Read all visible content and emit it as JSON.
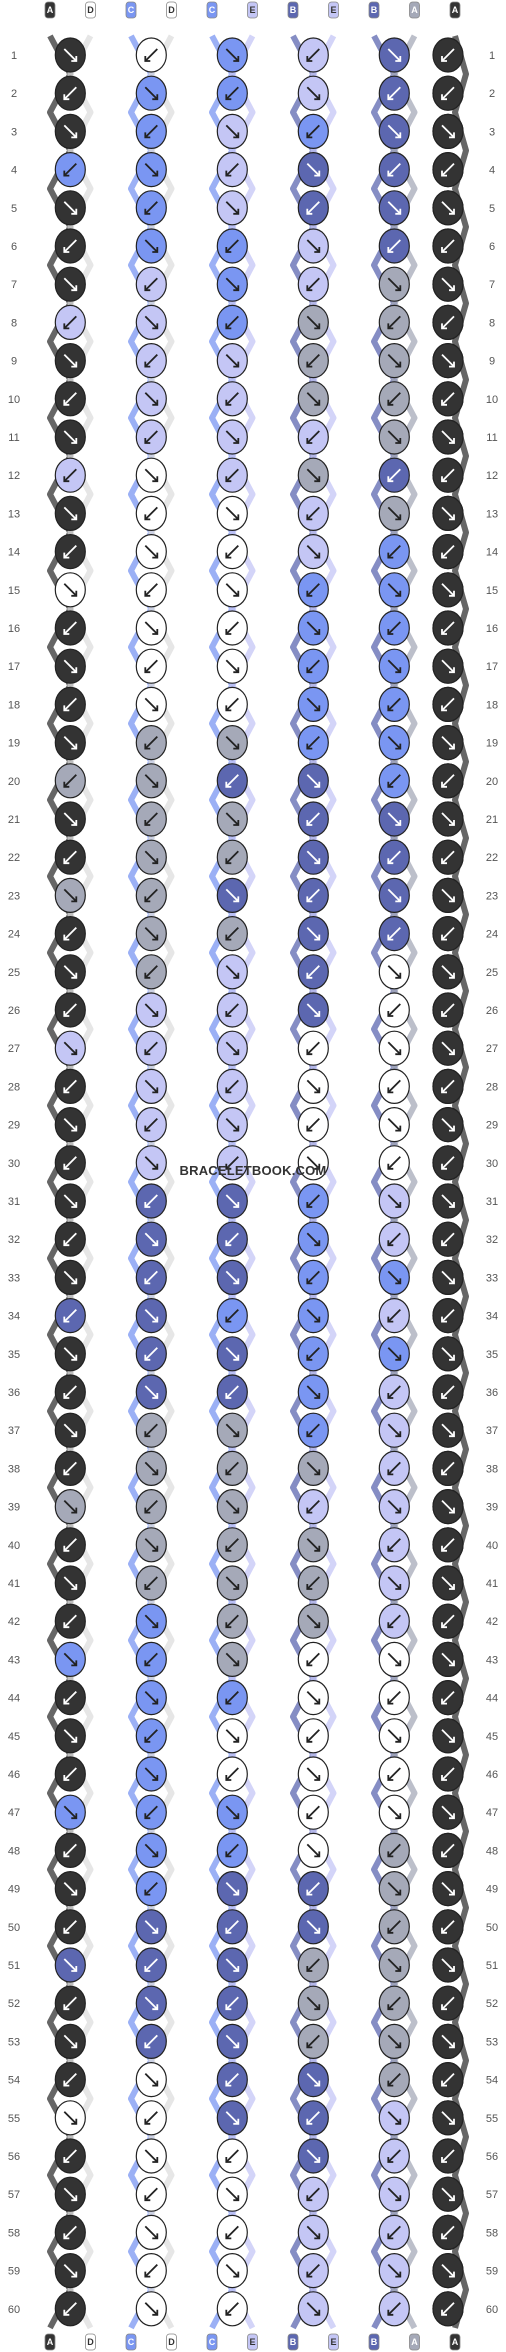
{
  "watermark": "BRACELETBOOK.COM",
  "strand_labels": [
    "A",
    "D",
    "C",
    "D",
    "C",
    "E",
    "B",
    "E",
    "B",
    "A",
    "A"
  ],
  "row_numbers": [
    "1",
    "2",
    "3",
    "4",
    "5",
    "6",
    "7",
    "8",
    "9",
    "10",
    "11",
    "12",
    "13",
    "14",
    "15",
    "16",
    "17",
    "18",
    "19",
    "20",
    "21",
    "22",
    "23",
    "24",
    "25",
    "26",
    "27",
    "28",
    "29",
    "30",
    "31",
    "32",
    "33",
    "34",
    "35",
    "36",
    "37",
    "38",
    "39",
    "40",
    "41",
    "42",
    "43",
    "44",
    "45",
    "46",
    "47",
    "48",
    "49",
    "50",
    "51",
    "52",
    "53",
    "54",
    "55",
    "56",
    "57",
    "58",
    "59",
    "60"
  ],
  "colors": {
    "A": "#333333",
    "B": "#5c67b0",
    "C": "#7a96f2",
    "D": "#ffffff",
    "E": "#c4c6f5",
    "F": "#a5a9b8"
  },
  "strand_colors": [
    "#333333",
    "#ffffff",
    "#7a96f2",
    "#ffffff",
    "#7a96f2",
    "#c4c6f5",
    "#5c67b0",
    "#c4c6f5",
    "#5c67b0",
    "#a5a9b8",
    "#333333"
  ],
  "knot_palette": [
    "#333333",
    "#7a96f2",
    "#5c67b0",
    "#c4c6f5",
    "#ffffff",
    "#a5a9b8"
  ],
  "knots": [
    [
      0,
      4,
      1,
      3,
      2,
      0
    ],
    [
      0,
      1,
      1,
      3,
      2,
      2,
      0
    ],
    [
      0,
      1,
      3,
      1,
      2,
      5,
      0
    ],
    [
      1,
      1,
      3,
      2,
      2,
      2,
      0
    ],
    [
      0,
      1,
      3,
      2,
      2,
      5,
      0
    ],
    [
      0,
      1,
      1,
      3,
      2,
      2,
      0
    ],
    [
      0,
      3,
      1,
      3,
      5,
      5,
      0
    ],
    [
      3,
      3,
      1,
      5,
      5,
      2,
      0
    ],
    [
      0,
      3,
      3,
      5,
      5,
      2,
      0
    ],
    [
      0,
      3,
      3,
      5,
      5,
      2,
      0
    ],
    [
      0,
      3,
      3,
      3,
      5,
      2,
      0
    ],
    [
      3,
      4,
      3,
      5,
      2,
      0,
      0
    ],
    [
      0,
      4,
      4,
      3,
      5,
      1,
      0
    ],
    [
      0,
      4,
      4,
      3,
      1,
      3,
      0
    ],
    [
      4,
      4,
      4,
      1,
      1,
      1,
      0
    ],
    [
      0,
      4,
      4,
      1,
      1,
      3,
      0
    ],
    [
      0,
      4,
      4,
      1,
      1,
      3,
      0
    ],
    [
      0,
      4,
      4,
      1,
      1,
      1,
      0
    ],
    [
      0,
      5,
      5,
      1,
      1,
      1,
      0
    ],
    [
      5,
      5,
      2,
      2,
      1,
      0,
      0
    ],
    [
      0,
      5,
      5,
      2,
      2,
      3,
      0
    ],
    [
      0,
      5,
      5,
      2,
      2,
      2,
      0
    ],
    [
      5,
      5,
      2,
      2,
      2,
      0,
      0
    ],
    [
      0,
      5,
      5,
      2,
      2,
      2,
      0
    ],
    [
      0,
      5,
      3,
      2,
      4,
      4,
      0
    ],
    [
      0,
      3,
      3,
      2,
      4,
      4,
      0
    ],
    [
      3,
      3,
      3,
      4,
      4,
      4,
      0
    ],
    [
      0,
      3,
      3,
      4,
      4,
      0,
      0
    ],
    [
      0,
      3,
      3,
      4,
      4,
      4,
      0
    ],
    [
      0,
      3,
      3,
      4,
      4,
      4,
      0
    ],
    [
      0,
      2,
      2,
      1,
      3,
      3,
      0
    ],
    [
      0,
      2,
      2,
      1,
      3,
      3,
      0
    ],
    [
      0,
      2,
      2,
      1,
      1,
      3,
      0
    ],
    [
      2,
      2,
      1,
      1,
      3,
      3,
      0
    ],
    [
      0,
      2,
      2,
      1,
      1,
      3,
      0
    ],
    [
      0,
      2,
      2,
      1,
      3,
      3,
      0
    ],
    [
      0,
      5,
      5,
      1,
      3,
      3,
      0
    ],
    [
      0,
      5,
      5,
      5,
      3,
      3,
      0
    ],
    [
      5,
      5,
      5,
      3,
      3,
      3,
      0
    ],
    [
      0,
      5,
      5,
      5,
      3,
      3,
      0
    ],
    [
      0,
      5,
      5,
      5,
      3,
      3,
      0
    ],
    [
      0,
      1,
      5,
      5,
      3,
      3,
      0
    ],
    [
      1,
      1,
      5,
      4,
      4,
      3,
      0
    ],
    [
      0,
      1,
      1,
      4,
      4,
      4,
      0
    ],
    [
      0,
      1,
      4,
      4,
      4,
      4,
      0
    ],
    [
      0,
      1,
      4,
      4,
      4,
      4,
      0
    ],
    [
      1,
      1,
      1,
      4,
      4,
      3,
      0
    ],
    [
      0,
      1,
      1,
      4,
      5,
      3,
      0
    ],
    [
      0,
      1,
      2,
      2,
      5,
      5,
      0
    ],
    [
      0,
      2,
      2,
      2,
      5,
      5,
      0
    ],
    [
      2,
      2,
      2,
      5,
      5,
      5,
      0
    ],
    [
      0,
      2,
      2,
      5,
      5,
      5,
      0
    ],
    [
      0,
      2,
      2,
      5,
      5,
      5,
      0
    ],
    [
      0,
      4,
      2,
      2,
      5,
      5,
      0
    ],
    [
      4,
      4,
      2,
      2,
      3,
      3,
      0
    ],
    [
      0,
      4,
      4,
      2,
      3,
      3,
      0
    ],
    [
      0,
      4,
      4,
      3,
      3,
      3,
      0
    ],
    [
      0,
      4,
      4,
      3,
      3,
      0,
      0
    ],
    [
      0,
      4,
      4,
      3,
      3,
      0,
      0
    ],
    [
      0,
      4,
      4,
      3,
      3,
      0,
      0
    ]
  ]
}
